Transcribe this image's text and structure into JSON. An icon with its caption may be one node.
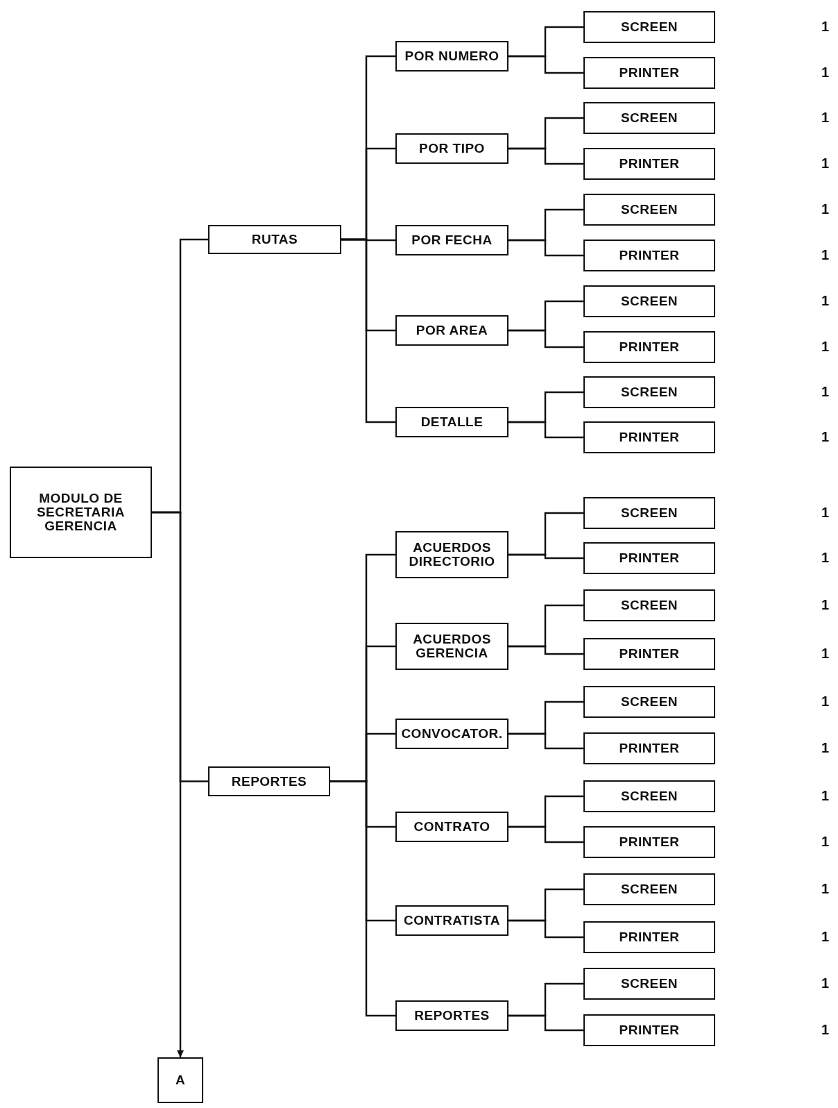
{
  "diagram": {
    "nodes": [
      {
        "text": [
          "MODULO DE SECRETARIA GERENCIA"
        ]
      },
      {
        "text": [
          "RUTAS"
        ]
      },
      {
        "text": [
          "POR NUMERO"
        ]
      },
      {
        "text": [
          "SCREEN"
        ]
      },
      {
        "text": [
          "PRINTER"
        ]
      },
      {
        "text": [
          "POR TIPO"
        ]
      },
      {
        "text": [
          "SCREEN"
        ]
      },
      {
        "text": [
          "PRINTER"
        ]
      },
      {
        "text": [
          "POR FECHA"
        ]
      },
      {
        "text": [
          "SCREEN"
        ]
      },
      {
        "text": [
          "PRINTER"
        ]
      },
      {
        "text": [
          "POR AREA"
        ]
      },
      {
        "text": [
          "SCREEN"
        ]
      },
      {
        "text": [
          "PRINTER"
        ]
      },
      {
        "text": [
          "DETALLE"
        ]
      },
      {
        "text": [
          "SCREEN"
        ]
      },
      {
        "text": [
          "PRINTER"
        ]
      },
      {
        "text": [
          "REPORTES"
        ]
      },
      {
        "text": [
          "ACUERDOS DIRECTORIO"
        ]
      },
      {
        "text": [
          "SCREEN"
        ]
      },
      {
        "text": [
          "PRINTER"
        ]
      },
      {
        "text": [
          "ACUERDOS GERENCIA"
        ]
      },
      {
        "text": [
          "SCREEN"
        ]
      },
      {
        "text": [
          "PRINTER"
        ]
      },
      {
        "text": [
          "CONVOCATOR."
        ]
      },
      {
        "text": [
          "SCREEN"
        ]
      },
      {
        "text": [
          "PRINTER"
        ]
      },
      {
        "text": [
          "CONTRATO"
        ]
      },
      {
        "text": [
          "SCREEN"
        ]
      },
      {
        "text": [
          "PRINTER"
        ]
      },
      {
        "text": [
          "CONTRATISTA"
        ]
      },
      {
        "text": [
          "SCREEN"
        ]
      },
      {
        "text": [
          "PRINTER"
        ]
      },
      {
        "text": [
          "REPORTES"
        ]
      },
      {
        "text": [
          "SCREEN"
        ]
      },
      {
        "text": [
          "PRINTER"
        ]
      },
      {
        "text": [
          "A"
        ]
      }
    ],
    "edges": [
      {
        "from": 0,
        "to": 1,
        "arrow": "none"
      },
      {
        "from": 1,
        "to": 2,
        "arrow": "none"
      },
      {
        "from": 2,
        "to": 3,
        "arrow": "none"
      },
      {
        "from": 2,
        "to": 4,
        "arrow": "none"
      },
      {
        "from": 1,
        "to": 5,
        "arrow": "none"
      },
      {
        "from": 5,
        "to": 6,
        "arrow": "none"
      },
      {
        "from": 5,
        "to": 7,
        "arrow": "none"
      },
      {
        "from": 1,
        "to": 8,
        "arrow": "none"
      },
      {
        "from": 8,
        "to": 9,
        "arrow": "none"
      },
      {
        "from": 8,
        "to": 10,
        "arrow": "none"
      },
      {
        "from": 1,
        "to": 11,
        "arrow": "none"
      },
      {
        "from": 11,
        "to": 12,
        "arrow": "none"
      },
      {
        "from": 11,
        "to": 13,
        "arrow": "none"
      },
      {
        "from": 1,
        "to": 14,
        "arrow": "none"
      },
      {
        "from": 14,
        "to": 15,
        "arrow": "none"
      },
      {
        "from": 14,
        "to": 16,
        "arrow": "none"
      },
      {
        "from": 0,
        "to": 17,
        "arrow": "none"
      },
      {
        "from": 17,
        "to": 18,
        "arrow": "none"
      },
      {
        "from": 18,
        "to": 19,
        "arrow": "none"
      },
      {
        "from": 18,
        "to": 20,
        "arrow": "none"
      },
      {
        "from": 17,
        "to": 21,
        "arrow": "none"
      },
      {
        "from": 21,
        "to": 22,
        "arrow": "none"
      },
      {
        "from": 21,
        "to": 23,
        "arrow": "none"
      },
      {
        "from": 17,
        "to": 24,
        "arrow": "none"
      },
      {
        "from": 24,
        "to": 25,
        "arrow": "none"
      },
      {
        "from": 24,
        "to": 26,
        "arrow": "none"
      },
      {
        "from": 17,
        "to": 27,
        "arrow": "none"
      },
      {
        "from": 27,
        "to": 28,
        "arrow": "none"
      },
      {
        "from": 27,
        "to": 29,
        "arrow": "none"
      },
      {
        "from": 17,
        "to": 30,
        "arrow": "none"
      },
      {
        "from": 30,
        "to": 31,
        "arrow": "none"
      },
      {
        "from": 30,
        "to": 32,
        "arrow": "none"
      },
      {
        "from": 17,
        "to": 33,
        "arrow": "none"
      },
      {
        "from": 33,
        "to": 34,
        "arrow": "none"
      },
      {
        "from": 33,
        "to": 35,
        "arrow": "none"
      },
      {
        "from": 0,
        "to": 36,
        "arrow": "to"
      }
    ],
    "labels": [
      "1",
      "1",
      "1",
      "1",
      "1",
      "1",
      "1",
      "1",
      "1",
      "1",
      "1",
      "1",
      "1",
      "1",
      "1",
      "1",
      "1",
      "1",
      "1",
      "1",
      "1",
      "1"
    ]
  }
}
